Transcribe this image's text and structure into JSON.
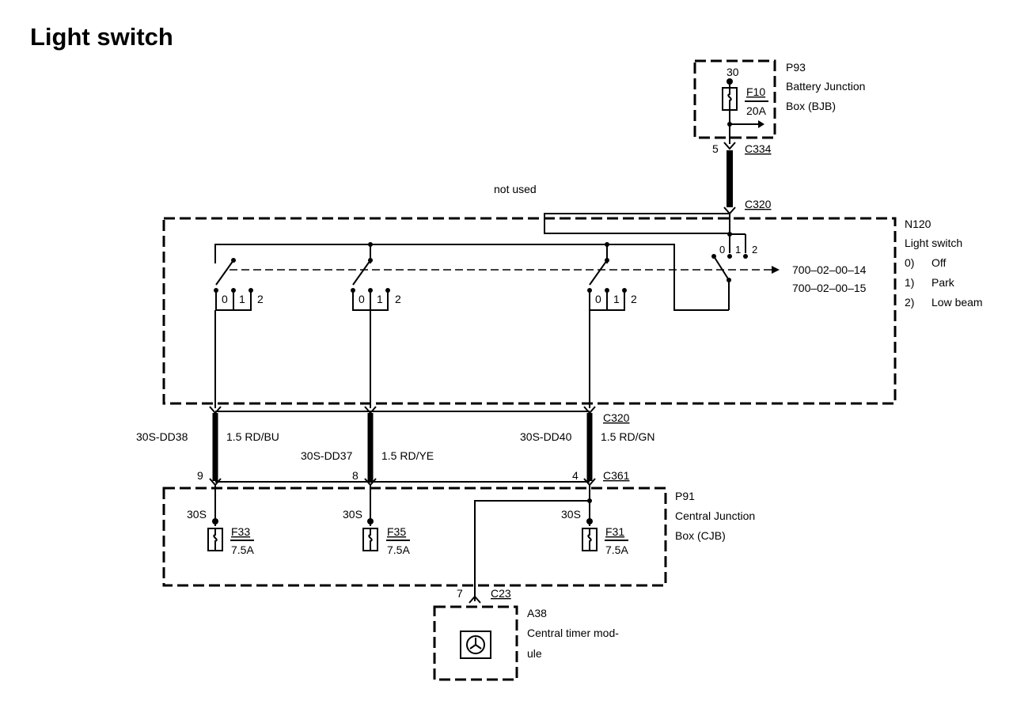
{
  "title": "Light switch",
  "bjb": {
    "code": "P93",
    "name_line1": "Battery Junction",
    "name_line2": "Box (BJB)",
    "terminal": "30",
    "fuse_id": "F10",
    "fuse_rating": "20A",
    "pin": "5",
    "connector": "C334"
  },
  "not_used_label": "not used",
  "c320_top": "C320",
  "switch": {
    "code": "N120",
    "name": "Light switch",
    "positions": [
      {
        "num": "0)",
        "label": "Off"
      },
      {
        "num": "1)",
        "label": "Park"
      },
      {
        "num": "2)",
        "label": "Low beam"
      }
    ],
    "ref1": "700–02–00–14",
    "ref2": "700–02–00–15",
    "contact_labels": [
      "0",
      "1",
      "2"
    ]
  },
  "wires": {
    "c320_bottom": "C320",
    "c361": "C361",
    "w1_circuit": "30S-DD38",
    "w1_spec": "1.5 RD/BU",
    "w1_pin": "9",
    "w2_circuit": "30S-DD37",
    "w2_spec": "1.5 RD/YE",
    "w2_pin": "8",
    "w3_circuit": "30S-DD40",
    "w3_spec": "1.5 RD/GN",
    "w3_pin": "4"
  },
  "cjb": {
    "code": "P91",
    "name_line1": "Central Junction",
    "name_line2": "Box (CJB)",
    "fuses": [
      {
        "terminal": "30S",
        "id": "F33",
        "rating": "7.5A"
      },
      {
        "terminal": "30S",
        "id": "F35",
        "rating": "7.5A"
      },
      {
        "terminal": "30S",
        "id": "F31",
        "rating": "7.5A"
      }
    ]
  },
  "timer": {
    "pin": "7",
    "connector": "C23",
    "code": "A38",
    "name_line1": "Central timer mod-",
    "name_line2": "ule"
  }
}
